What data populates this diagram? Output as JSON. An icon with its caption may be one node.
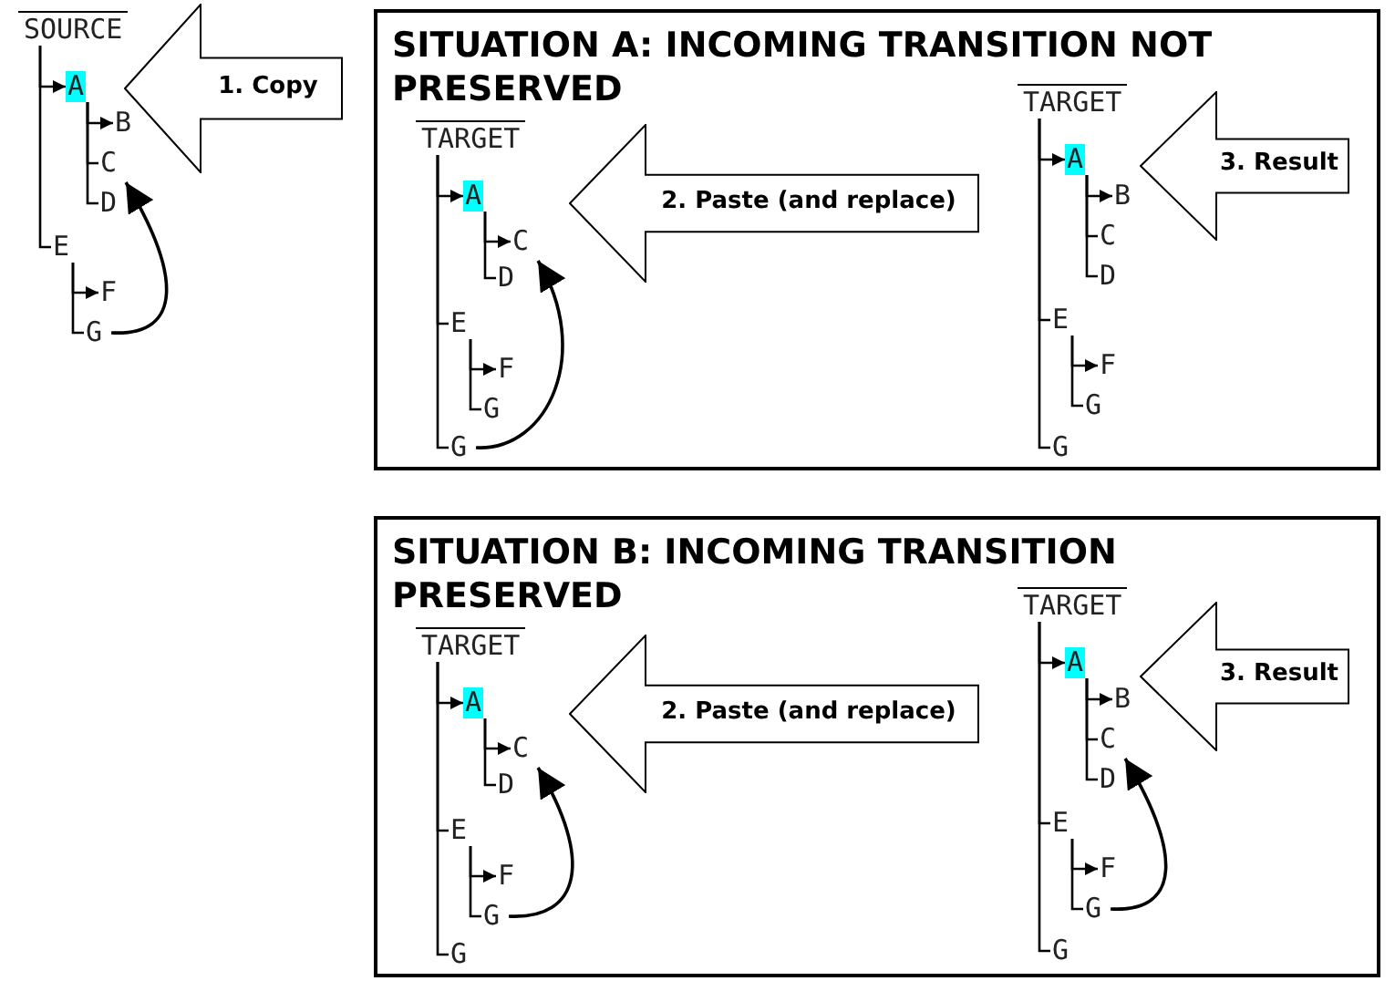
{
  "diagram": {
    "nodes": [
      {
        "text": [
          "SOURCE"
        ]
      },
      {
        "text": [
          "A"
        ]
      },
      {
        "text": [
          "B"
        ]
      },
      {
        "text": [
          "C"
        ]
      },
      {
        "text": [
          "D"
        ]
      },
      {
        "text": [
          "E"
        ]
      },
      {
        "text": [
          "F"
        ]
      },
      {
        "text": [
          "G"
        ]
      },
      {
        "text": [
          "1. Copy"
        ]
      },
      {
        "text": [
          "SITUATION A: INCOMING TRANSITION NOT PRESERVED"
        ]
      },
      {
        "text": [
          "TARGET"
        ],
        "in": 9
      },
      {
        "text": [
          "A"
        ],
        "in": 9
      },
      {
        "text": [
          "C"
        ],
        "in": 9
      },
      {
        "text": [
          "D"
        ],
        "in": 9
      },
      {
        "text": [
          "E"
        ],
        "in": 9
      },
      {
        "text": [
          "F"
        ],
        "in": 9
      },
      {
        "text": [
          "G"
        ],
        "in": 9
      },
      {
        "text": [
          "G"
        ],
        "in": 9
      },
      {
        "text": [
          "2. Paste (and replace)"
        ],
        "in": 9
      },
      {
        "text": [
          "TARGET"
        ],
        "in": 9
      },
      {
        "text": [
          "A"
        ],
        "in": 9
      },
      {
        "text": [
          "B"
        ],
        "in": 9
      },
      {
        "text": [
          "C"
        ],
        "in": 9
      },
      {
        "text": [
          "D"
        ],
        "in": 9
      },
      {
        "text": [
          "E"
        ],
        "in": 9
      },
      {
        "text": [
          "F"
        ],
        "in": 9
      },
      {
        "text": [
          "G"
        ],
        "in": 9
      },
      {
        "text": [
          "G"
        ],
        "in": 9
      },
      {
        "text": [
          "3. Result"
        ],
        "in": 9
      },
      {
        "text": [
          "SITUATION B: INCOMING TRANSITION PRESERVED"
        ]
      },
      {
        "text": [
          "TARGET"
        ],
        "in": 29
      },
      {
        "text": [
          "A"
        ],
        "in": 29
      },
      {
        "text": [
          "C"
        ],
        "in": 29
      },
      {
        "text": [
          "D"
        ],
        "in": 29
      },
      {
        "text": [
          "E"
        ],
        "in": 29
      },
      {
        "text": [
          "F"
        ],
        "in": 29
      },
      {
        "text": [
          "G"
        ],
        "in": 29
      },
      {
        "text": [
          "G"
        ],
        "in": 29
      },
      {
        "text": [
          "2. Paste (and replace)"
        ],
        "in": 29
      },
      {
        "text": [
          "TARGET"
        ],
        "in": 29
      },
      {
        "text": [
          "A"
        ],
        "in": 29
      },
      {
        "text": [
          "B"
        ],
        "in": 29
      },
      {
        "text": [
          "C"
        ],
        "in": 29
      },
      {
        "text": [
          "D"
        ],
        "in": 29
      },
      {
        "text": [
          "E"
        ],
        "in": 29
      },
      {
        "text": [
          "F"
        ],
        "in": 29
      },
      {
        "text": [
          "G"
        ],
        "in": 29
      },
      {
        "text": [
          "G"
        ],
        "in": 29
      },
      {
        "text": [
          "3. Result"
        ],
        "in": 29
      }
    ],
    "edges": [
      {
        "from": 0,
        "to": 1,
        "arrow": "to"
      },
      {
        "from": 1,
        "to": 2,
        "arrow": "to"
      },
      {
        "from": 1,
        "to": 3,
        "arrow": "none"
      },
      {
        "from": 1,
        "to": 4,
        "arrow": "none"
      },
      {
        "from": 0,
        "to": 5,
        "arrow": "none"
      },
      {
        "from": 5,
        "to": 6,
        "arrow": "to"
      },
      {
        "from": 5,
        "to": 7,
        "arrow": "none"
      },
      {
        "from": 7,
        "to": 3,
        "arrow": "to"
      },
      {
        "from": 10,
        "to": 11,
        "arrow": "to"
      },
      {
        "from": 11,
        "to": 12,
        "arrow": "to"
      },
      {
        "from": 11,
        "to": 13,
        "arrow": "none"
      },
      {
        "from": 10,
        "to": 14,
        "arrow": "none"
      },
      {
        "from": 14,
        "to": 15,
        "arrow": "to"
      },
      {
        "from": 14,
        "to": 16,
        "arrow": "none"
      },
      {
        "from": 10,
        "to": 17,
        "arrow": "none"
      },
      {
        "from": 17,
        "to": 12,
        "arrow": "to"
      },
      {
        "from": 19,
        "to": 20,
        "arrow": "to"
      },
      {
        "from": 20,
        "to": 21,
        "arrow": "to"
      },
      {
        "from": 20,
        "to": 22,
        "arrow": "none"
      },
      {
        "from": 20,
        "to": 23,
        "arrow": "none"
      },
      {
        "from": 19,
        "to": 24,
        "arrow": "none"
      },
      {
        "from": 24,
        "to": 25,
        "arrow": "to"
      },
      {
        "from": 24,
        "to": 26,
        "arrow": "none"
      },
      {
        "from": 19,
        "to": 27,
        "arrow": "none"
      },
      {
        "from": 30,
        "to": 31,
        "arrow": "to"
      },
      {
        "from": 31,
        "to": 32,
        "arrow": "to"
      },
      {
        "from": 31,
        "to": 33,
        "arrow": "none"
      },
      {
        "from": 30,
        "to": 34,
        "arrow": "none"
      },
      {
        "from": 34,
        "to": 35,
        "arrow": "to"
      },
      {
        "from": 34,
        "to": 36,
        "arrow": "none"
      },
      {
        "from": 30,
        "to": 37,
        "arrow": "none"
      },
      {
        "from": 36,
        "to": 32,
        "arrow": "to"
      },
      {
        "from": 39,
        "to": 40,
        "arrow": "to"
      },
      {
        "from": 40,
        "to": 41,
        "arrow": "to"
      },
      {
        "from": 40,
        "to": 42,
        "arrow": "none"
      },
      {
        "from": 40,
        "to": 43,
        "arrow": "none"
      },
      {
        "from": 39,
        "to": 44,
        "arrow": "none"
      },
      {
        "from": 44,
        "to": 45,
        "arrow": "to"
      },
      {
        "from": 44,
        "to": 46,
        "arrow": "none"
      },
      {
        "from": 39,
        "to": 47,
        "arrow": "none"
      },
      {
        "from": 46,
        "to": 42,
        "arrow": "to"
      }
    ]
  }
}
